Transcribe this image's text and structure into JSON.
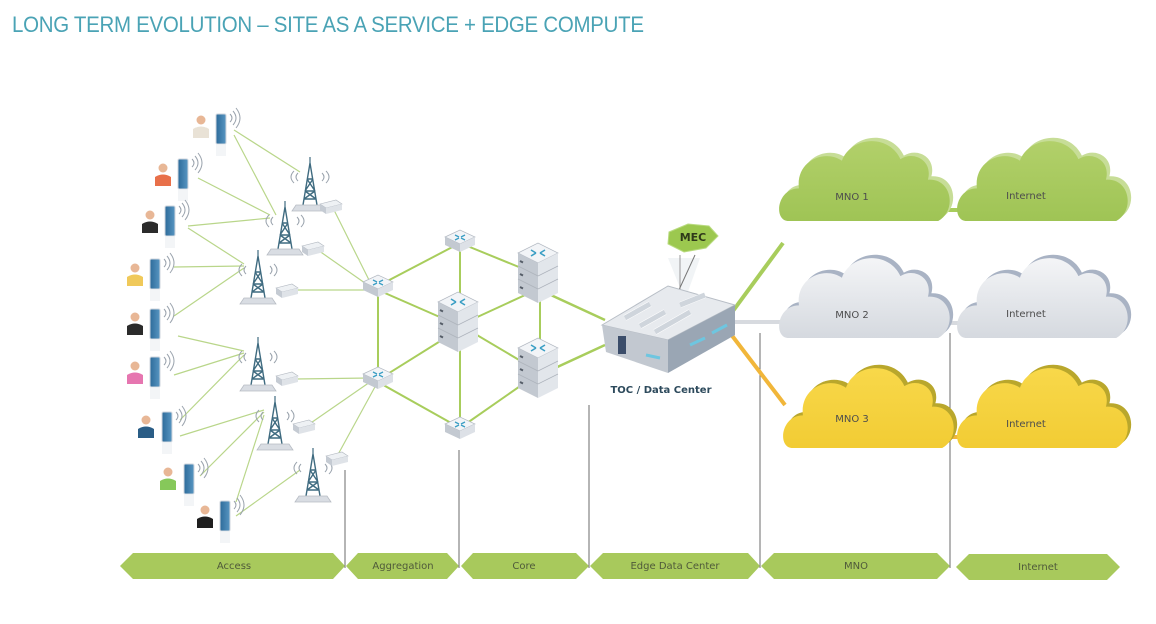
{
  "title": "LONG TERM EVOLUTION – SITE AS A SERVICE + EDGE COMPUTE",
  "colors": {
    "title": "#4aa3b5",
    "green": "#a8c95c",
    "green_dark": "#8fb545",
    "grey": "#d9dde3",
    "yellow": "#f5d23c",
    "orange_link": "#f1b63a"
  },
  "stages": [
    {
      "label": "Access"
    },
    {
      "label": "Aggregation"
    },
    {
      "label": "Core"
    },
    {
      "label": "Edge Data Center"
    },
    {
      "label": "MNO"
    },
    {
      "label": "Internet"
    }
  ],
  "data_center": {
    "label": "TOC / Data Center",
    "mec_label": "MEC"
  },
  "clouds": [
    {
      "label": "MNO 1",
      "color": "green"
    },
    {
      "label": "Internet",
      "color": "green"
    },
    {
      "label": "MNO 2",
      "color": "grey"
    },
    {
      "label": "Internet",
      "color": "grey"
    },
    {
      "label": "MNO 3",
      "color": "yellow"
    },
    {
      "label": "Internet",
      "color": "yellow"
    }
  ],
  "users": [
    {
      "icon": "user-headset-icon",
      "shirt": "#e9e2d6"
    },
    {
      "icon": "user-icon",
      "shirt": "#e8704a"
    },
    {
      "icon": "user-icon",
      "shirt": "#2b2b2b"
    },
    {
      "icon": "user-glasses-icon",
      "shirt": "#f0c95a"
    },
    {
      "icon": "user-icon",
      "shirt": "#2b2b2b"
    },
    {
      "icon": "user-icon",
      "shirt": "#e676b0"
    },
    {
      "icon": "user-icon",
      "shirt": "#2a5d86"
    },
    {
      "icon": "user-headset-icon",
      "shirt": "#86c85a"
    },
    {
      "icon": "user-icon",
      "shirt": "#1f1f1f"
    }
  ]
}
